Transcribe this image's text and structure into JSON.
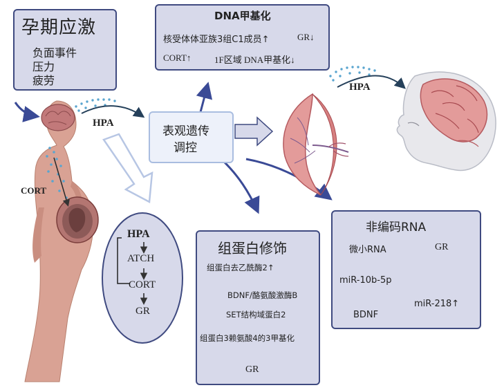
{
  "stress": {
    "title": "孕期应激",
    "items": [
      "负面事件",
      "压力",
      "疲劳"
    ]
  },
  "mother": {
    "hpa_label": "HPA",
    "cort_label": "CORT"
  },
  "axis": {
    "nodes": [
      "HPA",
      "ATCH",
      "CORT",
      "GR"
    ]
  },
  "epigenetics": {
    "label_line1": "表观遗传",
    "label_line2": "调控"
  },
  "dna_methylation": {
    "title": "DNA甲基化",
    "row1_left": "核受体体亚族3组C1成员↑",
    "row1_right": "GR↓",
    "row2_left": "CORT↑",
    "row2_right": "1F区域 DNA甲基化↓"
  },
  "fetus": {
    "hpa_label": "HPA"
  },
  "histone": {
    "title": "组蛋白修饰",
    "steps": [
      "组蛋白去乙酰酶2↑",
      "BDNF/酪氨酸激酶B",
      "SET结构域蛋白2",
      "组蛋白3赖氨酸4的3甲基化",
      "GR"
    ]
  },
  "ncrna": {
    "title": "非编码RNA",
    "left": [
      "微小RNA",
      "miR-10b-5p",
      "BDNF"
    ],
    "right": [
      "GR",
      "miR-218↑"
    ]
  },
  "colors": {
    "box_fill": "#d7d9ea",
    "box_border": "#3f4a80",
    "arrow_blue": "#3a4a96",
    "body_skin": "#d9a294",
    "dots": "#5aa5cf"
  }
}
